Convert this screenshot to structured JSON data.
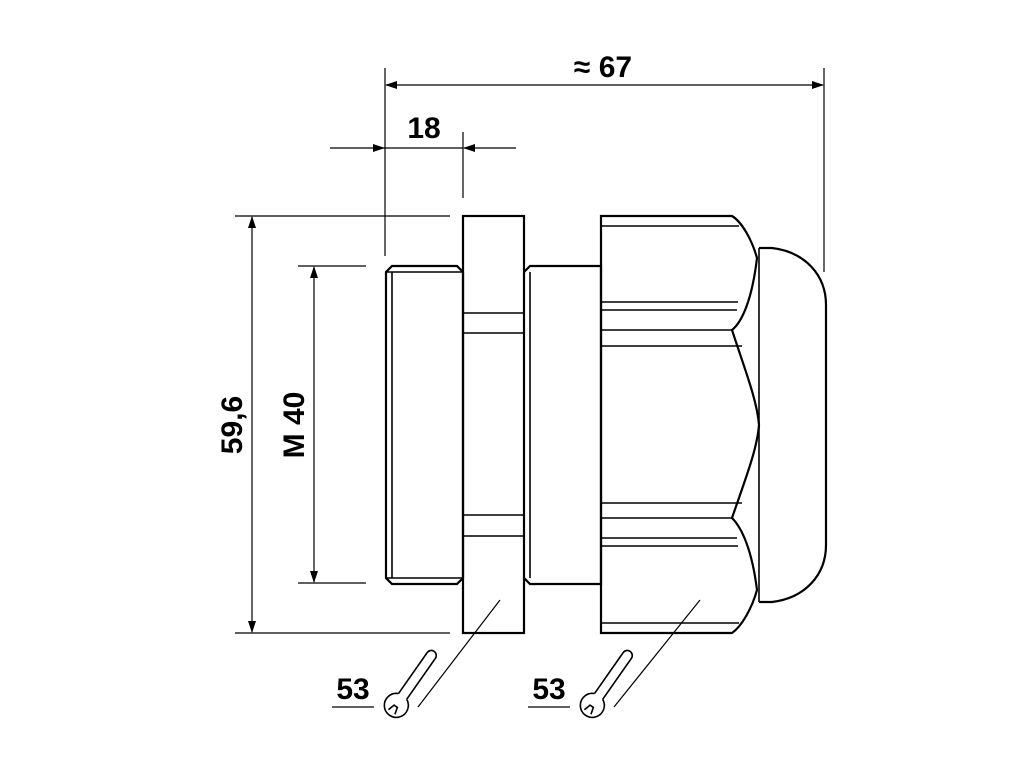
{
  "dimensions": {
    "overall_length": "≈ 67",
    "thread_length": "18",
    "overall_height": "59,6",
    "thread_size": "M 40"
  },
  "wrench_sizes": {
    "left": "53",
    "right": "53"
  }
}
